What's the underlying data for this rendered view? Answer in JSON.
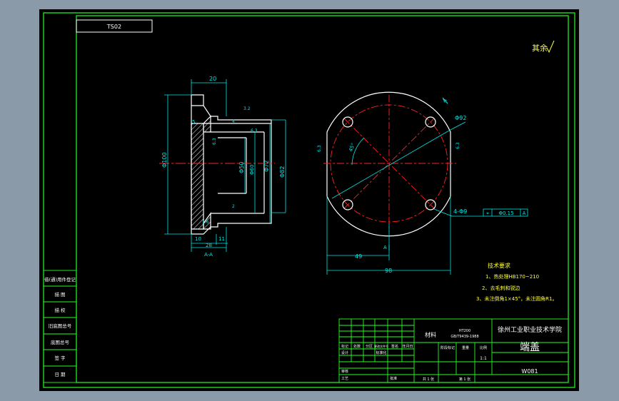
{
  "colors": {
    "frame": "#22ff22",
    "part": "#ffffff",
    "dim": "#00e5e5",
    "center": "#ff2222",
    "note": "#ffff33",
    "background": "#000000",
    "outer": "#8a9aa8"
  },
  "header_box": {
    "label": "TS02"
  },
  "roughness_corner": {
    "label": "其余"
  },
  "section_view": {
    "caption": "A-A",
    "dims": {
      "top_width": "20",
      "overall_dia": "Φ100",
      "bore_dia": "Φ50",
      "inner_dia": "Φ60",
      "mid_dia": "Φ72",
      "outer_step_dia": "Φ82",
      "groove": "5",
      "small_a": "4",
      "small_b": "2",
      "bottom_a": "10",
      "bottom_b": "11",
      "bottom_total": "28",
      "tag_a": "3.2",
      "tag_b": "6.3",
      "tag_c": "6.3",
      "tag_d": "1.6"
    }
  },
  "front_view": {
    "dims": {
      "hole_circle": "Φ92",
      "angle": "45°",
      "holes": "4-Φ9",
      "half_width": "49",
      "overall_width": "98",
      "section_mark_top": "A",
      "section_mark_bottom": "A",
      "rough_left": "6.3",
      "rough_right": "6.3"
    },
    "tolerance": {
      "symbol": "⌖",
      "value": "Φ0.15",
      "datum": "A"
    }
  },
  "tech_requirements": {
    "title": "技术要求",
    "items": [
      "1、热处理HB170~210",
      "2、去毛刺和锐边",
      "3、未注倒角1×45°，未注圆角R1。"
    ]
  },
  "side_table": {
    "rows": [
      "借(通)用件登记",
      "描 图",
      "描 校",
      "旧底图总号",
      "底图总号",
      "签 字",
      "日 期"
    ]
  },
  "title_block": {
    "school": "徐州工业职业技术学院",
    "part_name": "端盖",
    "drawing_no": "W081",
    "material": "HT200",
    "standard": "GB/T9439-1988",
    "material_label": "材料",
    "scale_value": "1:1",
    "left_labels": [
      "标记",
      "处数",
      "分区",
      "更改文件号",
      "签名",
      "年月日"
    ],
    "bottom_left": [
      "设计",
      "审核",
      "工艺",
      "标准化",
      "批准"
    ],
    "stage_labels": [
      "阶段标记",
      "重量",
      "比例"
    ],
    "sheet_labels": [
      "共 1 张",
      "第 1 张"
    ]
  }
}
